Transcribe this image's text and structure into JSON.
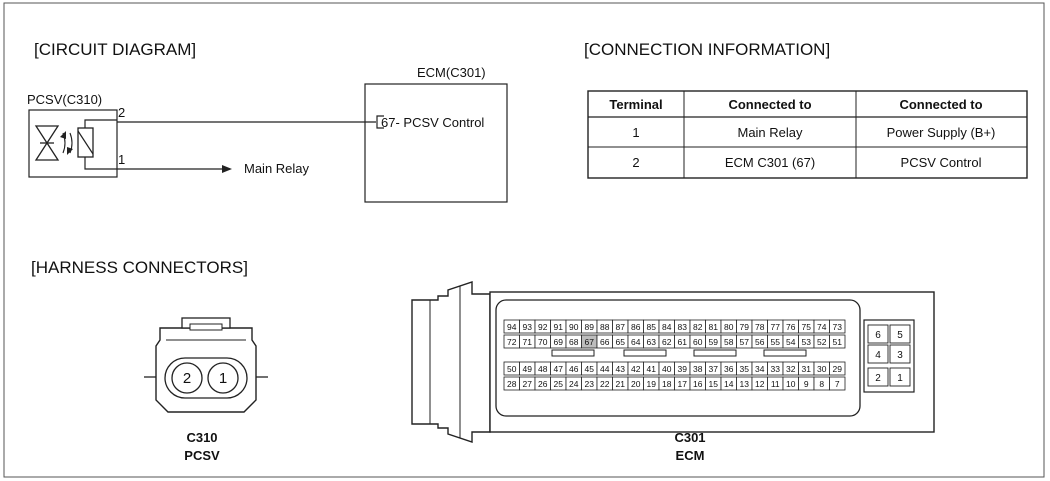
{
  "sections": {
    "circuit": "[CIRCUIT DIAGRAM]",
    "connection": "[CONNECTION INFORMATION]",
    "harness": "[HARNESS CONNECTORS]"
  },
  "circuit": {
    "pcsv_label": "PCSV(C310)",
    "ecm_label": "ECM(C301)",
    "pin2": "2",
    "pin1": "1",
    "ecm_pin_text": "67- PCSV Control",
    "main_relay": "Main Relay"
  },
  "table": {
    "headers": [
      "Terminal",
      "Connected to",
      "Connected to"
    ],
    "rows": [
      [
        "1",
        "Main Relay",
        "Power Supply (B+)"
      ],
      [
        "2",
        "ECM C301 (67)",
        "PCSV Control"
      ]
    ]
  },
  "c310": {
    "code": "C310",
    "name": "PCSV",
    "pins": [
      "2",
      "1"
    ]
  },
  "c301": {
    "code": "C301",
    "name": "ECM",
    "rows": [
      [
        "94",
        "93",
        "92",
        "91",
        "90",
        "89",
        "88",
        "87",
        "86",
        "85",
        "84",
        "83",
        "82",
        "81",
        "80",
        "79",
        "78",
        "77",
        "76",
        "75",
        "74",
        "73"
      ],
      [
        "72",
        "71",
        "70",
        "69",
        "68",
        "67",
        "66",
        "65",
        "64",
        "63",
        "62",
        "61",
        "60",
        "59",
        "58",
        "57",
        "56",
        "55",
        "54",
        "53",
        "52",
        "51"
      ],
      [
        "50",
        "49",
        "48",
        "47",
        "46",
        "45",
        "44",
        "43",
        "42",
        "41",
        "40",
        "39",
        "38",
        "37",
        "36",
        "35",
        "34",
        "33",
        "32",
        "31",
        "30",
        "29"
      ],
      [
        "28",
        "27",
        "26",
        "25",
        "24",
        "23",
        "22",
        "21",
        "20",
        "19",
        "18",
        "17",
        "16",
        "15",
        "14",
        "13",
        "12",
        "11",
        "10",
        "9",
        "8",
        "7"
      ]
    ],
    "side_pins": [
      [
        "6",
        "5"
      ],
      [
        "4",
        "3"
      ],
      [
        "2",
        "1"
      ]
    ],
    "highlight_pin": "67"
  }
}
